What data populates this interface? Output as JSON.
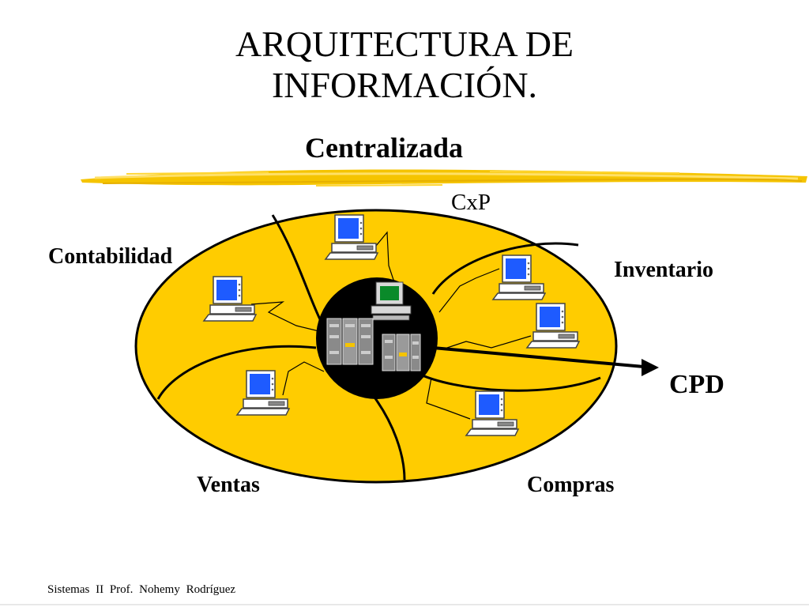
{
  "slide": {
    "title_line1": "ARQUITECTURA DE",
    "title_line2": "INFORMACIÓN.",
    "subtitle": "Centralizada"
  },
  "diagram": {
    "labels": {
      "cxp": "CxP",
      "contabilidad": "Contabilidad",
      "inventario": "Inventario",
      "ventas": "Ventas",
      "compras": "Compras",
      "cpd": "CPD"
    },
    "colors": {
      "ellipse_fill": "#FFCC00",
      "hub_fill": "#000000",
      "monitor_screen": "#1E5BFF",
      "server_screen": "#0A8A2A",
      "highlight_stroke": "#F5C400"
    },
    "icons": [
      "workstation-icon",
      "server-icon",
      "arrow-icon"
    ]
  },
  "footer": {
    "text": "Sistemas II Prof. Nohemy Rodríguez"
  }
}
